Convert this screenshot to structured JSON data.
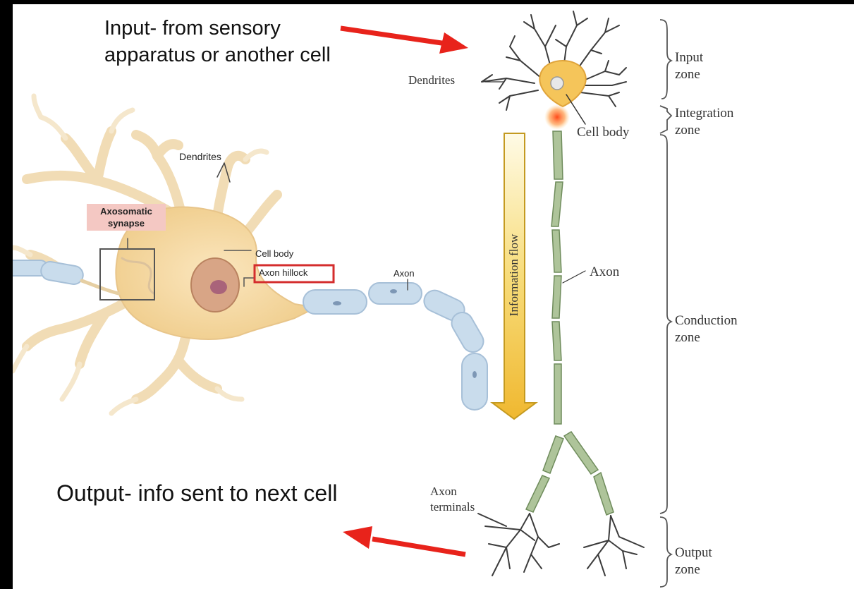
{
  "titles": {
    "input": [
      "Input- from sensory",
      "apparatus or another cell"
    ],
    "output": "Output- info sent to next cell"
  },
  "left_neuron": {
    "dendrites": "Dendrites",
    "axosomatic": [
      "Axosomatic",
      "synapse"
    ],
    "cell_body": "Cell body",
    "axon_hillock": "Axon hillock",
    "axon": "Axon"
  },
  "right_neuron": {
    "dendrites": "Dendrites",
    "cell_body": "Cell body",
    "axon": "Axon",
    "axon_terminals": [
      "Axon",
      "terminals"
    ],
    "information_flow": "Information flow"
  },
  "zones": {
    "input": [
      "Input",
      "zone"
    ],
    "integration": [
      "Integration",
      "zone"
    ],
    "conduction": [
      "Conduction",
      "zone"
    ],
    "output": [
      "Output",
      "zone"
    ]
  },
  "colors": {
    "arrow": "#e8231b",
    "cell": "#f5d9a4",
    "myelin": "#c9dcec",
    "axon_green": "#9cb38a",
    "highlight_box": "#d42d2d",
    "flow_arrow": "#f5c542"
  }
}
